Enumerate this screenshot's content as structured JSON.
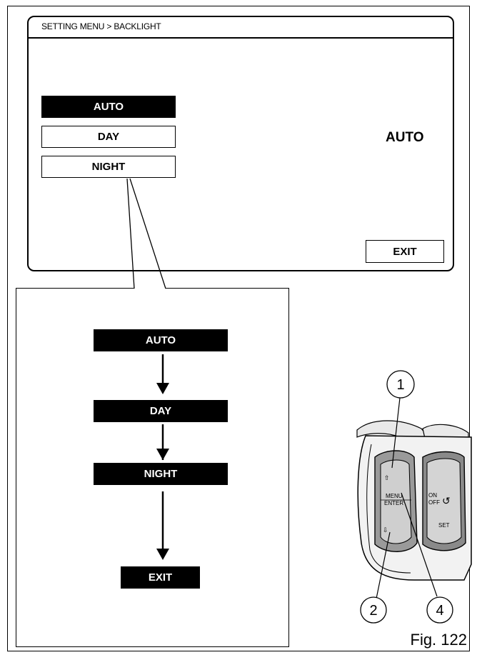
{
  "screen": {
    "title": "SETTING MENU > BACKLIGHT",
    "options": [
      "AUTO",
      "DAY",
      "NIGHT"
    ],
    "selected_option": "AUTO",
    "current_value": "AUTO",
    "exit_label": "EXIT"
  },
  "flow": {
    "steps": [
      "AUTO",
      "DAY",
      "NIGHT",
      "EXIT"
    ]
  },
  "control": {
    "callouts": [
      "1",
      "2",
      "4"
    ],
    "button_label_menu": "MENU",
    "button_label_enter": "ENTER",
    "button_label_on": "ON",
    "button_label_off": "OFF",
    "button_label_set": "SET"
  },
  "figure_label": "Fig. 122",
  "colors": {
    "ink": "#000000",
    "paper": "#ffffff",
    "control_grey": "#8a8a8a"
  }
}
